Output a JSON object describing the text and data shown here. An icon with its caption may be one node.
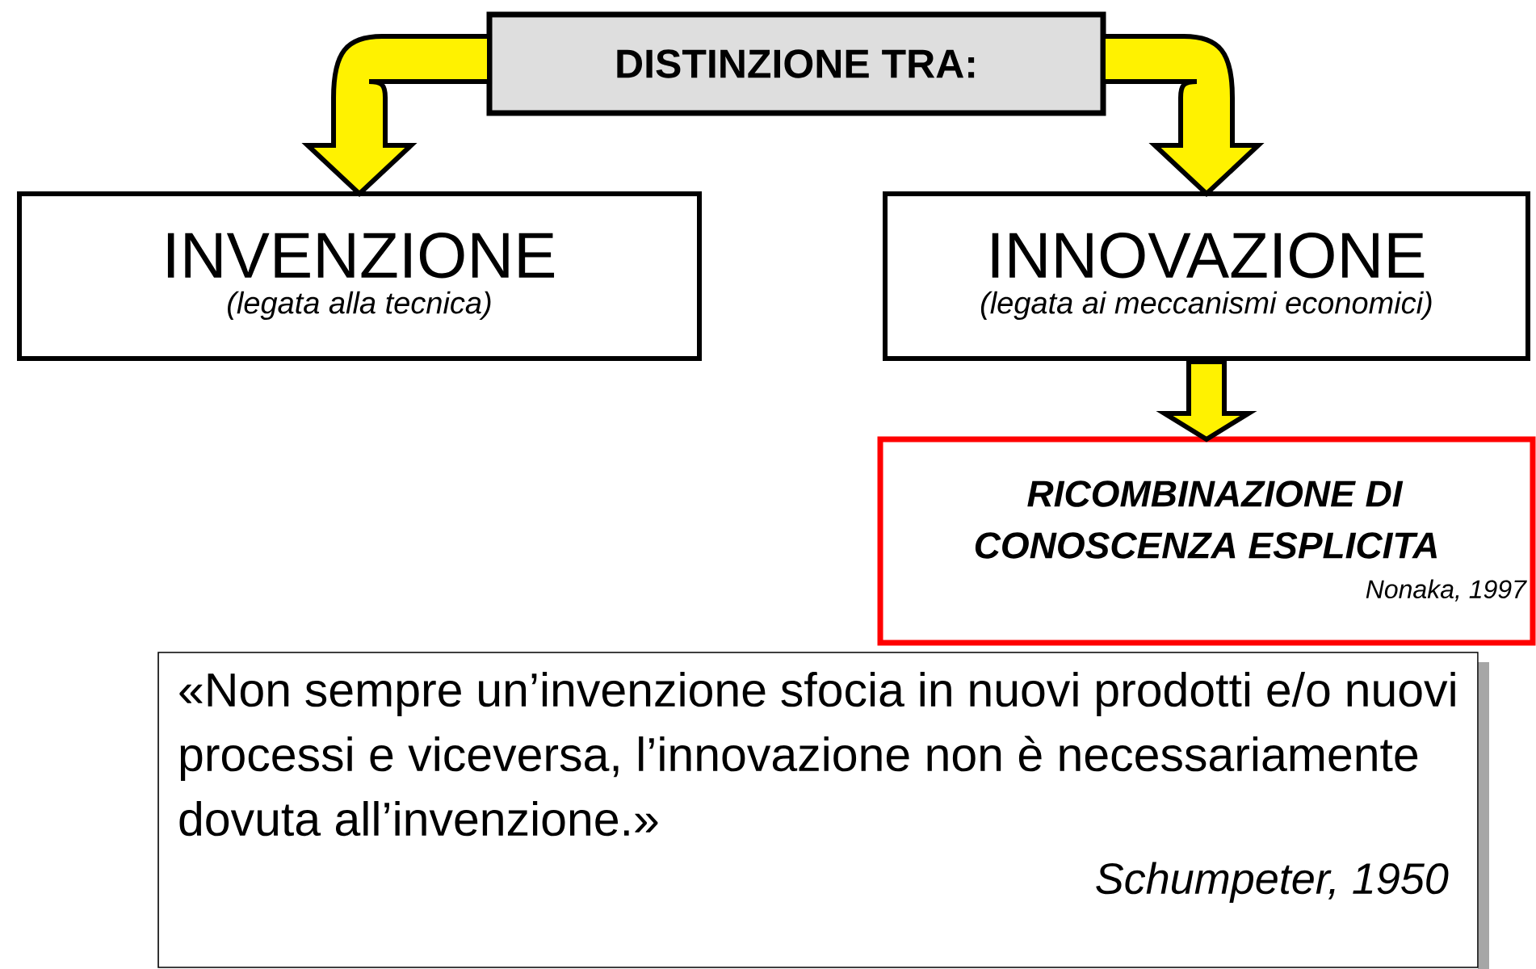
{
  "diagram": {
    "nodes": [
      {
        "text": [
          "DISTINZIONE TRA:"
        ]
      },
      {
        "text": [
          "INVENZIONE",
          "(legata alla tecnica)"
        ]
      },
      {
        "text": [
          "INNOVAZIONE",
          "(legata ai meccanismi economici)"
        ]
      },
      {
        "text": [
          "RICOMBINAZIONE DI CONOSCENZA ESPLICITA",
          "Nonaka, 1997"
        ]
      },
      {
        "text": [
          "«Non sempre un’invenzione sfocia in nuovi prodotti e/o nuovi processi e viceversa, l’innovazione non è necessariamente dovuta all’invenzione.»",
          "Schumpeter, 1950"
        ]
      }
    ],
    "edges": [
      {
        "from": 0,
        "to": 1,
        "arrow": "to"
      },
      {
        "from": 0,
        "to": 2,
        "arrow": "to"
      },
      {
        "from": 2,
        "to": 3,
        "arrow": "to"
      }
    ]
  }
}
